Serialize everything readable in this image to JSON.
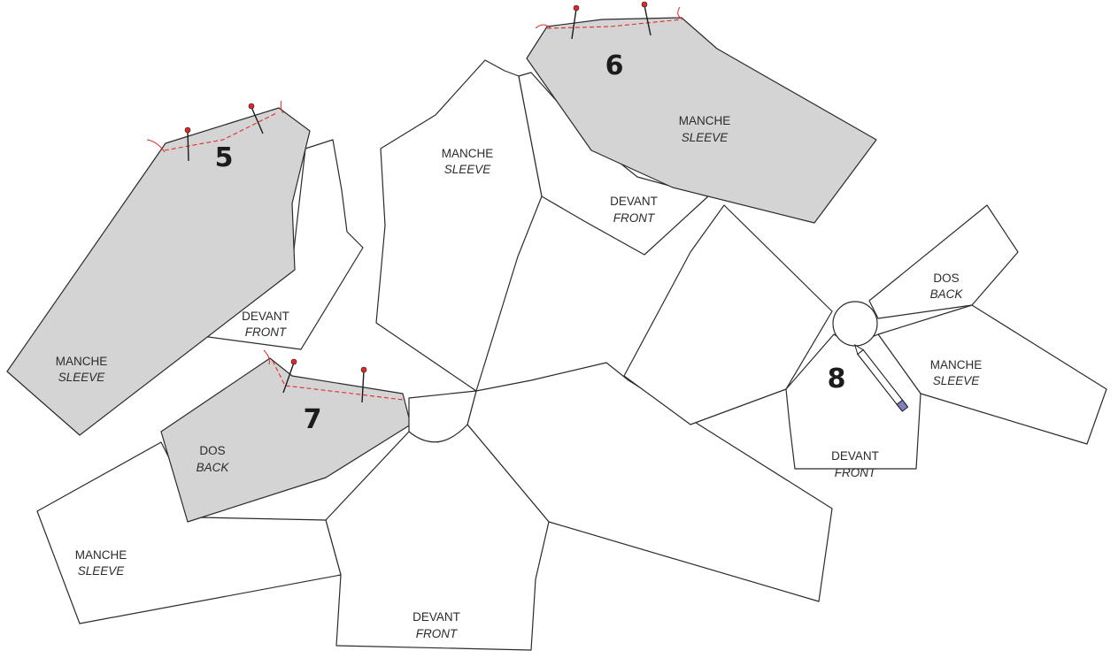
{
  "colors": {
    "outline": "#2b2b2b",
    "highlight_fill": "#d4d4d5",
    "stitch": "#e02a2a",
    "background": "#ffffff"
  },
  "steps": [
    "5",
    "6",
    "7",
    "8"
  ],
  "labels": {
    "sleeve_fr": "MANCHE",
    "sleeve_en": "SLEEVE",
    "front_fr": "DEVANT",
    "front_en": "FRONT",
    "back_fr": "DOS",
    "back_en": "BACK"
  },
  "icons": {
    "pin": "sewing-pin-icon",
    "pencil": "pencil-icon"
  }
}
